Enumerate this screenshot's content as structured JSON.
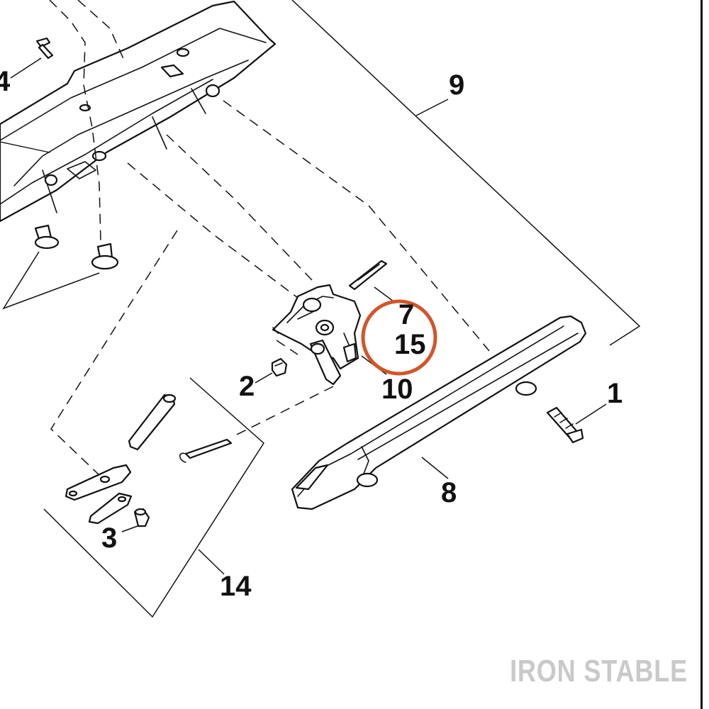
{
  "diagram": {
    "callouts": {
      "c1": "1",
      "c2": "2",
      "c3": "3",
      "c4": "4",
      "c7": "7",
      "c8": "8",
      "c9": "9",
      "c10": "10",
      "c14": "14",
      "c15": "15"
    },
    "highlight_color": "#d2552a"
  },
  "watermark": {
    "text": "IRON STABLE"
  }
}
